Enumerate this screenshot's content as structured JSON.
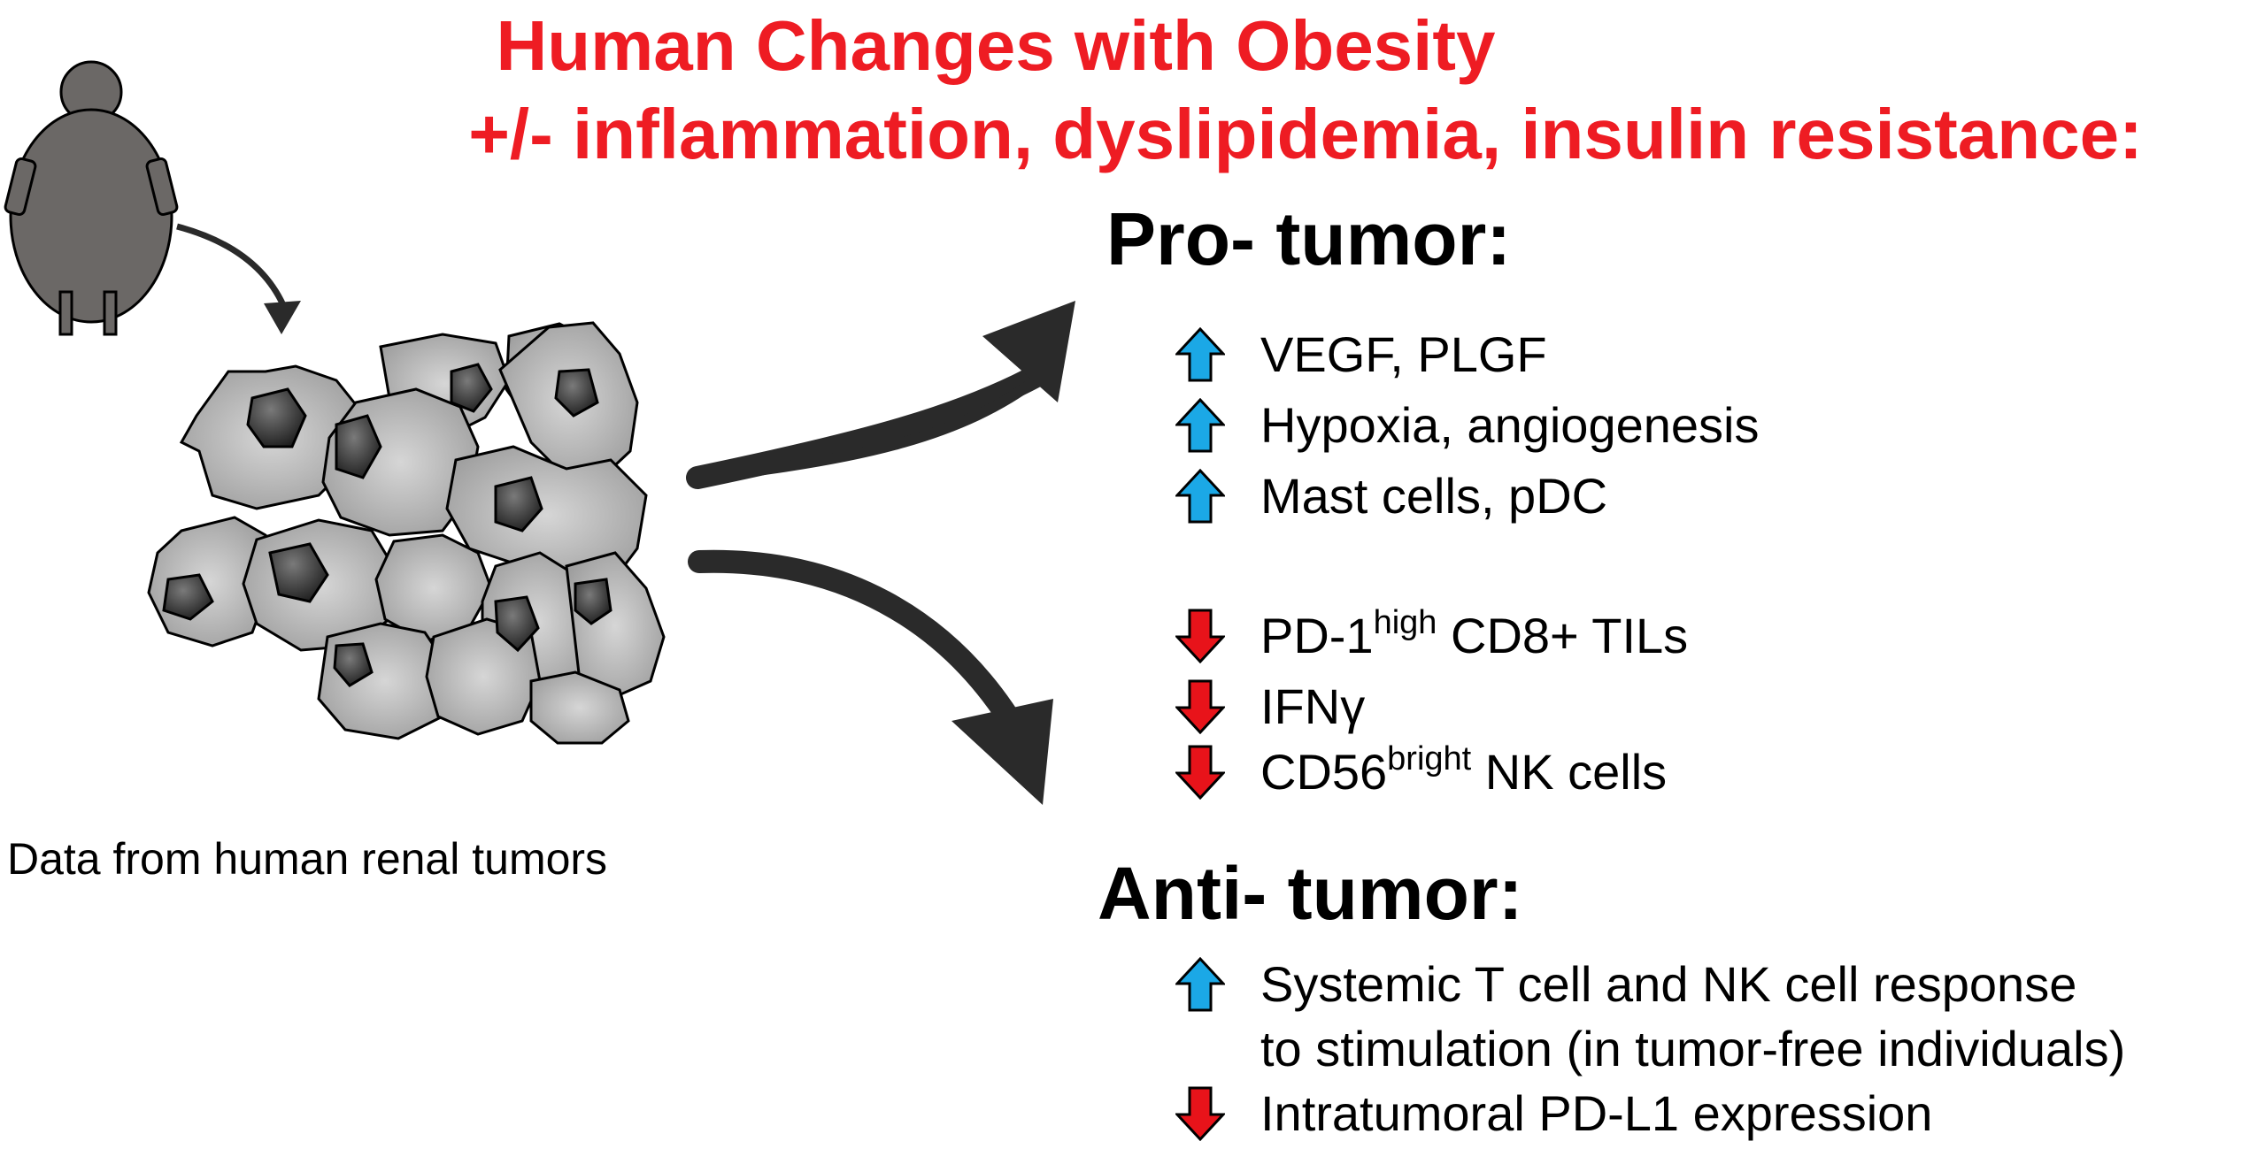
{
  "title": {
    "line1": "Human Changes with Obesity",
    "line2": "+/- inflammation, dyslipidemia, insulin resistance:"
  },
  "caption": "Data from human renal tumors",
  "pro_tumor": {
    "heading": "Pro- tumor:",
    "increased": [
      "VEGF, PLGF",
      "Hypoxia, angiogenesis",
      "Mast cells, pDC"
    ],
    "decreased": [
      {
        "base": "PD-1",
        "sup": "high",
        "rest": " CD8+ TILs"
      },
      {
        "base": "IFNγ",
        "sup": "",
        "rest": ""
      },
      {
        "base": "CD56",
        "sup": "bright",
        "rest": " NK cells"
      }
    ]
  },
  "anti_tumor": {
    "heading": "Anti- tumor:",
    "increased_line1": "Systemic T cell and NK cell response",
    "increased_line2": "to stimulation (in tumor-free individuals)",
    "decreased": "Intratumoral PD-L1 expression"
  },
  "colors": {
    "title": "#ee1c23",
    "up_arrow": "#1ba8e6",
    "down_arrow": "#e8131a",
    "person": "#6b6866",
    "cell": "#b8b8b8",
    "nucleus": "#3a3a3a"
  },
  "icons": {
    "up": "up-arrow-icon",
    "down": "down-arrow-icon",
    "person": "person-icon",
    "tumor": "tumor-cells-icon"
  }
}
